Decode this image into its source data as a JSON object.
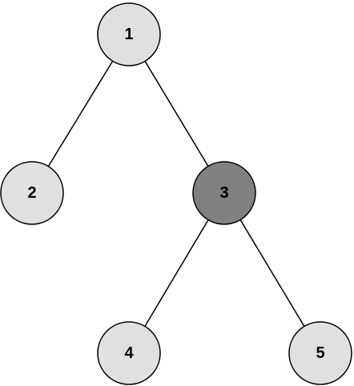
{
  "colors": {
    "node_default": "#e0e0e0",
    "node_highlight": "#808080",
    "edge": "#000000",
    "label": "#000000"
  },
  "tree": {
    "nodes": [
      {
        "id": "1",
        "label": "1",
        "highlighted": false
      },
      {
        "id": "2",
        "label": "2",
        "highlighted": false
      },
      {
        "id": "3",
        "label": "3",
        "highlighted": true
      },
      {
        "id": "4",
        "label": "4",
        "highlighted": false
      },
      {
        "id": "5",
        "label": "5",
        "highlighted": false
      }
    ],
    "edges": [
      {
        "from": "1",
        "to": "2"
      },
      {
        "from": "1",
        "to": "3"
      },
      {
        "from": "3",
        "to": "4"
      },
      {
        "from": "3",
        "to": "5"
      }
    ]
  }
}
